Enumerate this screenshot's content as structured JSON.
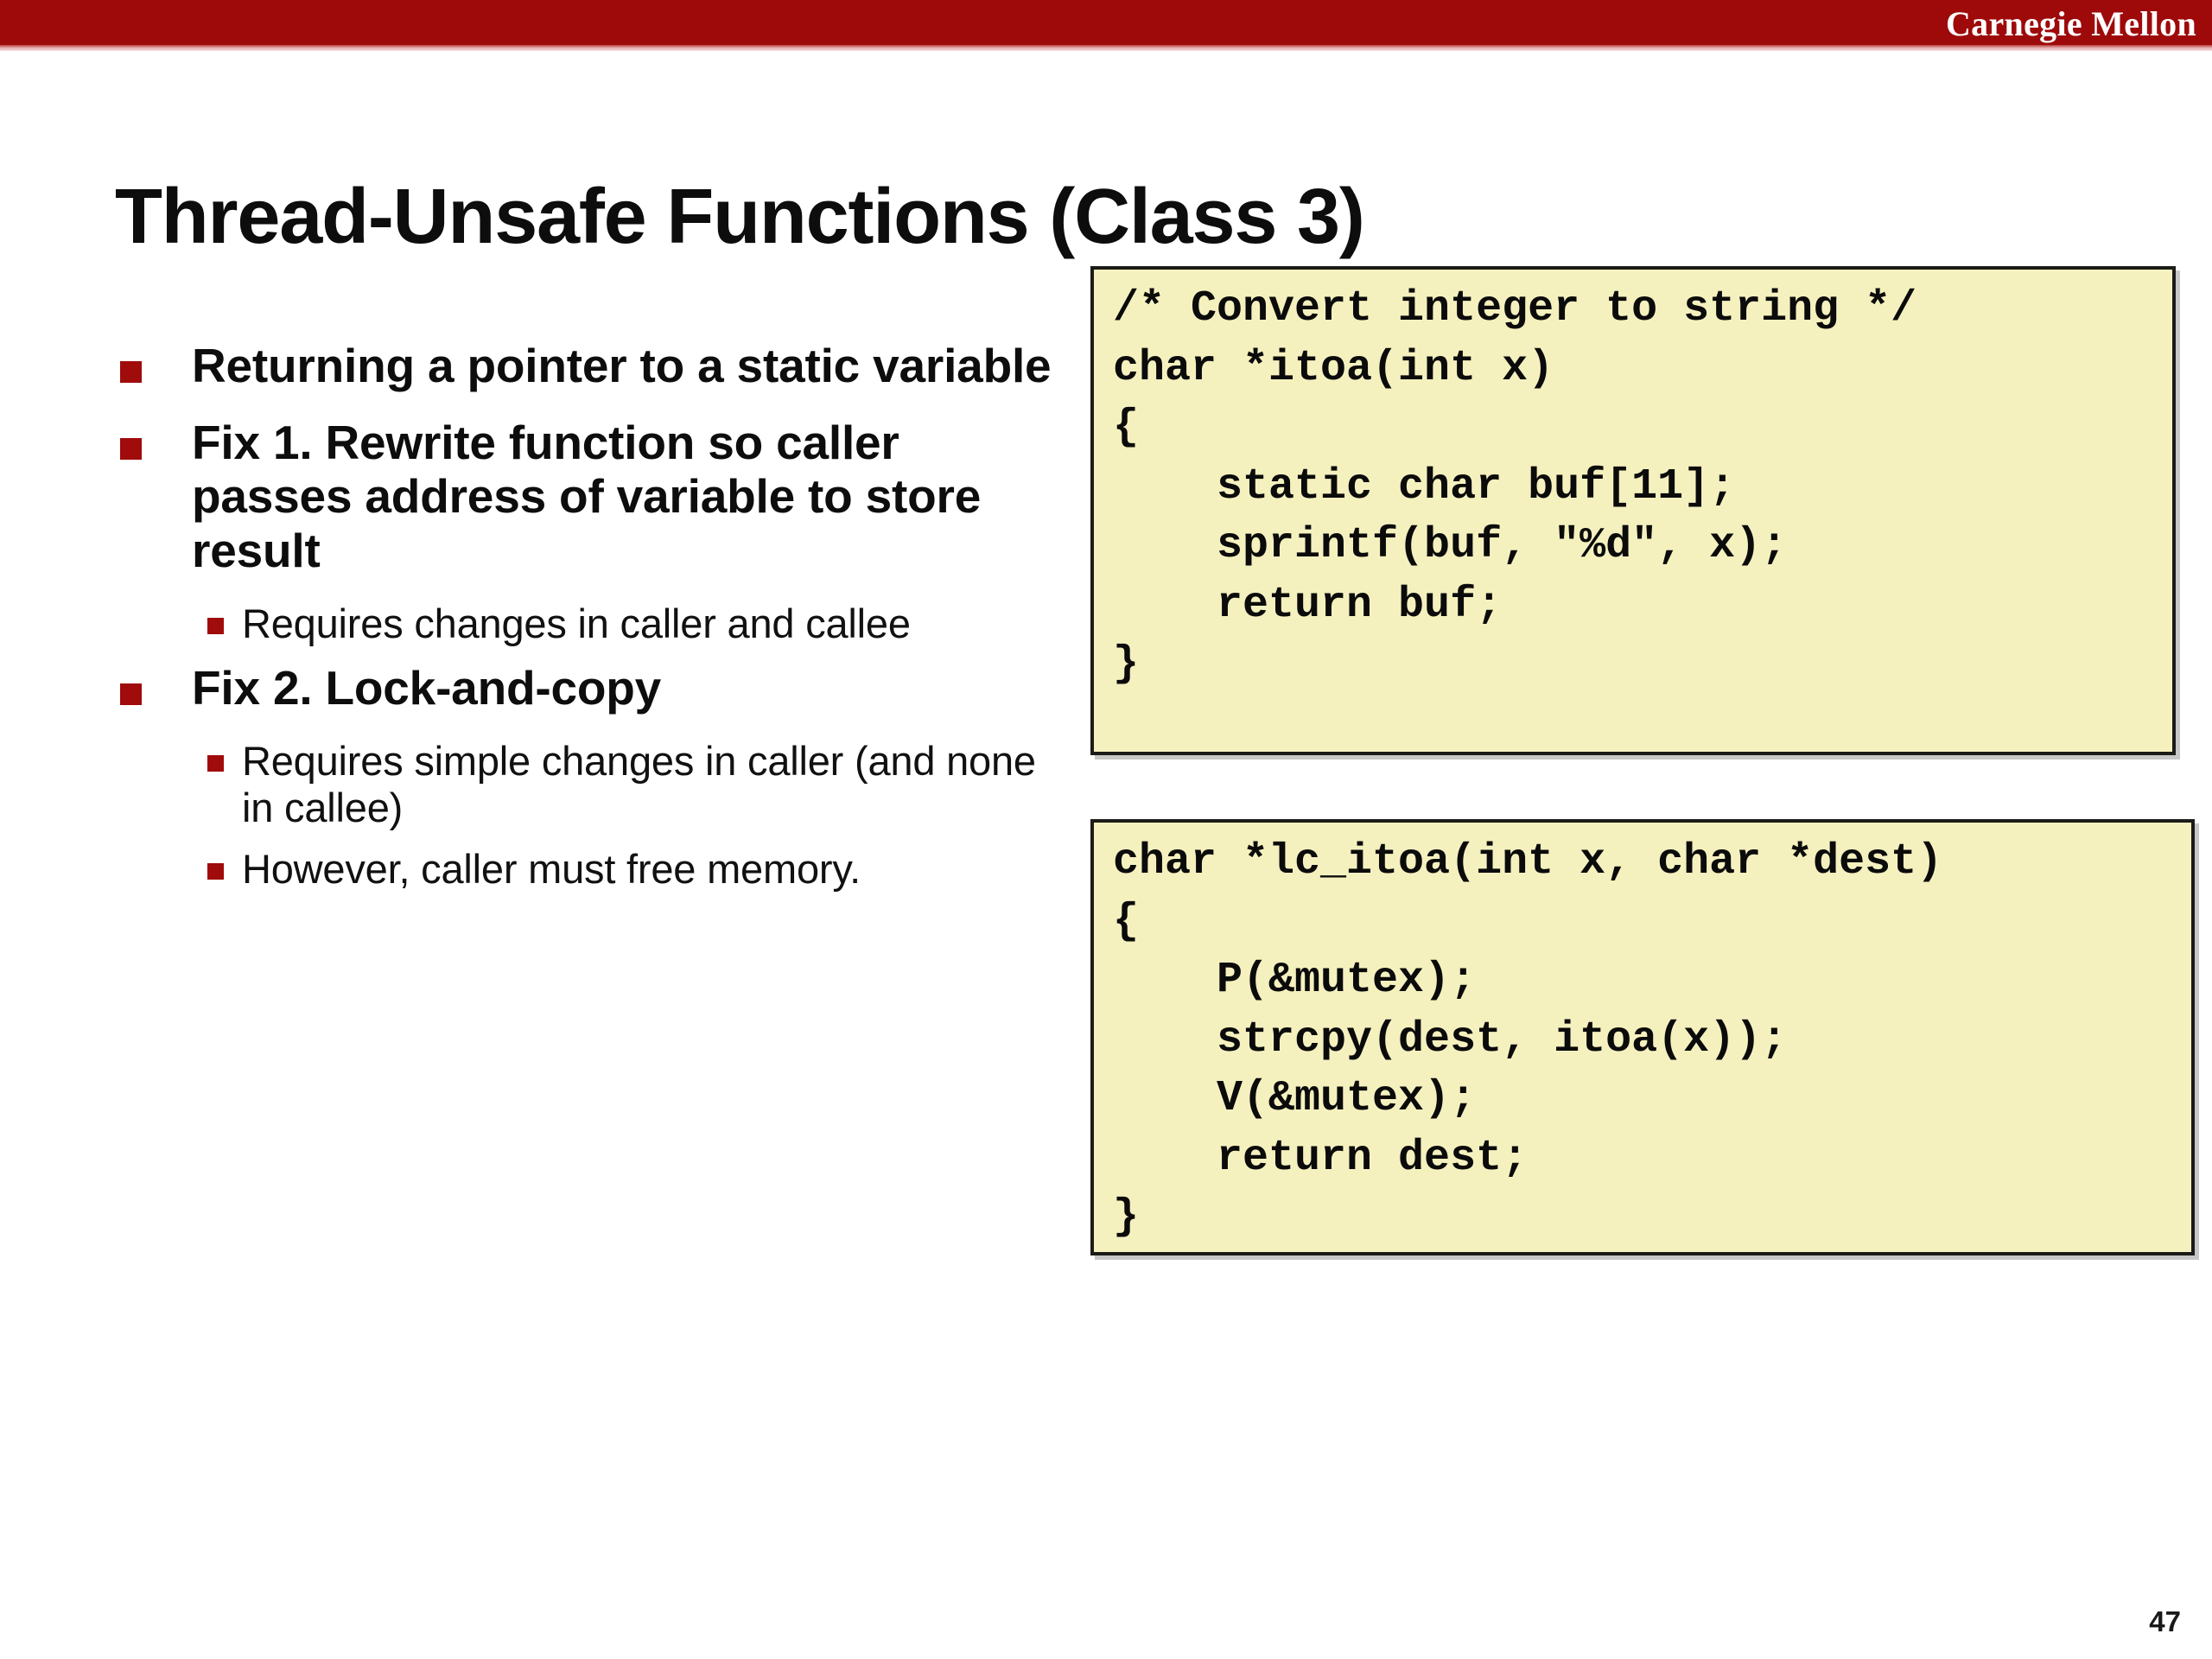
{
  "header": {
    "brand": "Carnegie Mellon",
    "bar_color": "#9E0A0A"
  },
  "title": "Thread-Unsafe Functions (Class 3)",
  "accent_color": "#A00B0B",
  "code_box_bg": "#F5F1BF",
  "bullets": [
    {
      "level": 1,
      "text": "Returning a pointer  to a static variable"
    },
    {
      "level": 1,
      "text": "Fix 1.  Rewrite function so caller passes address of variable to store result"
    },
    {
      "level": 2,
      "text": "Requires changes in caller and callee"
    },
    {
      "level": 1,
      "text": "Fix 2. Lock-and-copy"
    },
    {
      "level": 2,
      "text": "Requires simple changes in caller (and none in callee)"
    },
    {
      "level": 2,
      "text": "However, caller must free memory."
    }
  ],
  "code_boxes": [
    {
      "name": "itoa",
      "code": "/* Convert integer to string */\nchar *itoa(int x)\n{\n    static char buf[11];\n    sprintf(buf, \"%d\", x);\n    return buf;\n}"
    },
    {
      "name": "lc_itoa",
      "code": "char *lc_itoa(int x, char *dest)\n{\n    P(&mutex);\n    strcpy(dest, itoa(x));\n    V(&mutex);\n    return dest;\n}"
    }
  ],
  "page_number": "47"
}
